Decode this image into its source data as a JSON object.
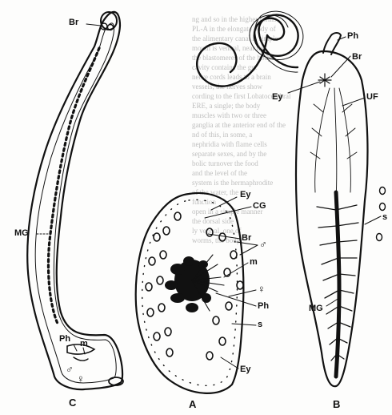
{
  "labels": {
    "C": {
      "Br": "Br",
      "MG": "MG",
      "Ph": "Ph",
      "m": "m",
      "male": "♂",
      "female": "♀"
    },
    "A": {
      "Ey": "Ey",
      "CG": "CG",
      "Br": "Br",
      "male": "♂",
      "m": "m",
      "female": "♀",
      "Ph": "Ph",
      "s": "s",
      "Ey2": "Ey"
    },
    "B": {
      "Ph": "Ph",
      "Br": "Br",
      "Ey": "Ey",
      "UF": "UF",
      "MG": "MG",
      "s": "s"
    }
  },
  "panels": {
    "C": "C",
    "A": "A",
    "B": "B"
  },
  "background_text": {
    "lines": [
      "ng and so in the higher forms",
      "PL-A in the elongate body of",
      "the alimentary canal is simple",
      "mouth is ventral, near the",
      "the blastomeres of the body",
      "cavity contains the gut",
      "nerve cords leads to a brain",
      "vessels, the nerves show",
      "cording to the first Lobatocerebral",
      "ERE, a single; the body",
      "muscles with two or three",
      "ganglia at the anterior end of the",
      "nd of this, in some, a",
      "nephridia with flame cells",
      "separate sexes, and by the",
      "bolic turnover the food",
      "and the level of the",
      "system is the hermaphrodite",
      "of the water, the",
      "function",
      "open in a simple manner",
      "the dorsal side",
      "ly ventral, one of",
      "worms, the body"
    ]
  }
}
